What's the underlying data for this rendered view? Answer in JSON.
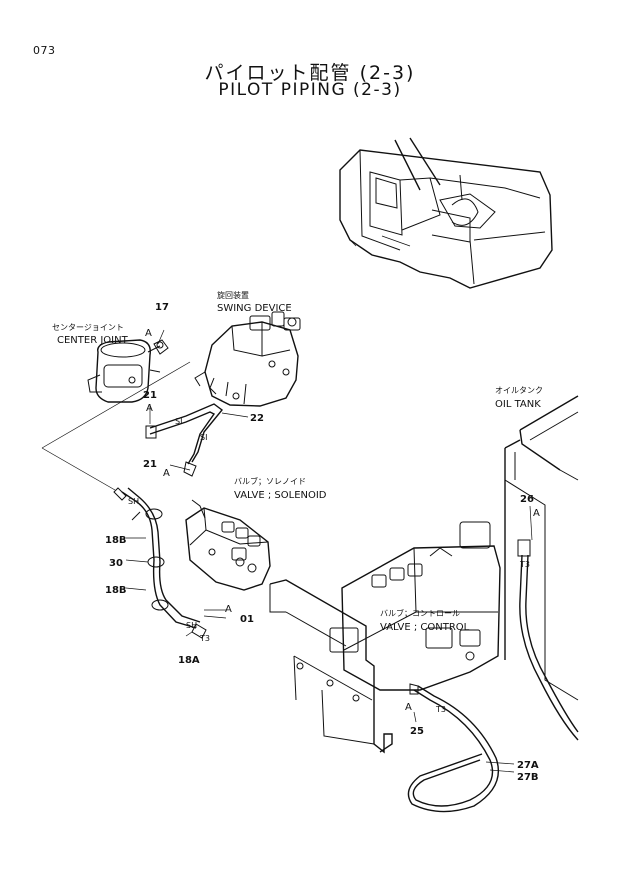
{
  "page": {
    "number": "073"
  },
  "title": {
    "japanese": "パイロット配管 (2-3)",
    "english": "PILOT PIPING (2-3)"
  },
  "components": {
    "center_joint": {
      "jp": "センタージョイント",
      "en": "CENTER JOINT"
    },
    "swing_device": {
      "jp": "旋回装置",
      "en": "SWING DEVICE"
    },
    "oil_tank": {
      "jp": "オイルタンク",
      "en": "OIL TANK"
    },
    "valve_solenoid": {
      "jp": "バルブ；ソレノイド",
      "en": "VALVE ; SOLENOID"
    },
    "valve_control": {
      "jp": "バルブ；コントロール",
      "en": "VALVE ; CONTROL"
    }
  },
  "callouts": {
    "c17": "17",
    "c21a": "21",
    "c21b": "21",
    "c22": "22",
    "c18b_upper": "18B",
    "c30": "30",
    "c18b_lower": "18B",
    "c18a": "18A",
    "c01": "01",
    "c25": "25",
    "c26": "26",
    "c27a": "27A",
    "c27b": "27B"
  },
  "markers": {
    "a": "A",
    "sh": "SH",
    "si": "SI",
    "t3": "T3"
  }
}
